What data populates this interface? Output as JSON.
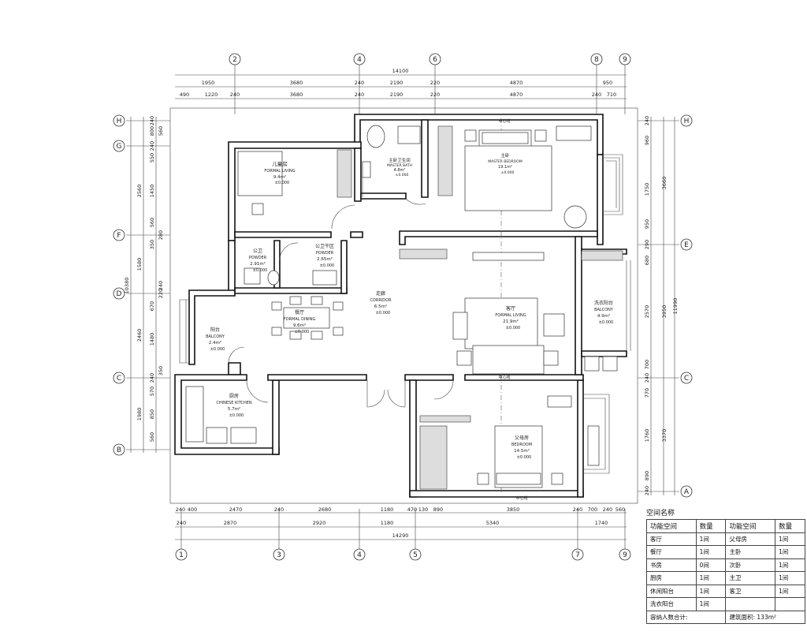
{
  "grid_axes": {
    "top": [
      "2",
      "4",
      "6",
      "8",
      "9"
    ],
    "bottom": [
      "1",
      "3",
      "4",
      "5",
      "7",
      "9"
    ],
    "left": [
      "H",
      "G",
      "F",
      "D",
      "C",
      "B"
    ],
    "right": [
      "H",
      "E",
      "C",
      "A"
    ]
  },
  "dimensions": {
    "top_total": "14100",
    "top_row1": [
      "1950",
      "3680",
      "240",
      "2190",
      "220",
      "4870",
      "950"
    ],
    "top_row2": [
      "490",
      "1220",
      "240",
      "3680",
      "240",
      "2190",
      "220",
      "4870",
      "240",
      "710"
    ],
    "bottom_row1": [
      "240",
      "400",
      "2470",
      "240",
      "2680",
      "1180",
      "470",
      "130",
      "890",
      "3850",
      "240",
      "700",
      "240",
      "560"
    ],
    "bottom_row2": [
      "240",
      "2870",
      "2920",
      "1180",
      "5340",
      "1740"
    ],
    "bottom_total": "14290",
    "left_outer": [
      "10380"
    ],
    "left_row1": [
      "2560",
      "1580",
      "2460",
      "1980"
    ],
    "left_row2": [
      "240",
      "800",
      "240",
      "560",
      "550",
      "1450",
      "560",
      "280",
      "350",
      "240",
      "670",
      "220",
      "1480",
      "350",
      "240",
      "570",
      "850",
      "560"
    ],
    "right_row1": [
      "11990"
    ],
    "right_row2": [
      "3660",
      "3950",
      "3370"
    ],
    "right_row3": [
      "240",
      "960",
      "1750",
      "950",
      "290",
      "680",
      "2570",
      "700",
      "240",
      "770",
      "1760",
      "890",
      "240"
    ]
  },
  "rooms": {
    "kids_bedroom": {
      "cn": "儿童房",
      "en": "FORMAL LIVING",
      "area": "9.4m²",
      "elev": "±0.000"
    },
    "master_bath": {
      "cn": "主卧卫生间",
      "en": "MASTER BATH",
      "area": "4.8m²",
      "elev": "±0.000"
    },
    "master_bedroom": {
      "cn": "主卧",
      "en": "MASTER BEDROOM",
      "area": "19.1m²",
      "elev": "±0.000"
    },
    "powder": {
      "cn": "公卫",
      "en": "POWDER",
      "area": "2.91m²",
      "elev": "±0.000"
    },
    "powder_dry": {
      "cn": "公卫干区",
      "en": "POWDER",
      "area": "2.65m²",
      "elev": "±0.000"
    },
    "dining": {
      "cn": "餐厅",
      "en": "FORMAL DINING",
      "area": "9.6m²",
      "elev": "±0.000"
    },
    "corridor": {
      "cn": "走廊",
      "en": "CORRIDOR",
      "area": "6.5m²",
      "elev": "±0.000"
    },
    "living": {
      "cn": "客厅",
      "en": "FORMAL LIVING",
      "area": "21.9m²",
      "elev": "±0.000"
    },
    "laundry": {
      "cn": "洗衣阳台",
      "en": "BALCONY",
      "area": "4.9m²",
      "elev": "±0.000"
    },
    "balcony": {
      "cn": "阳台",
      "en": "BALCONY",
      "area": "2.4m²",
      "elev": "±0.000"
    },
    "kitchen": {
      "cn": "厨房",
      "en": "CHINESE KITCHEN",
      "area": "5.7m²",
      "elev": "±0.000"
    },
    "parents_bedroom": {
      "cn": "父母房",
      "en": "BEDROOM",
      "area": "14.5m²",
      "elev": "±0.000"
    }
  },
  "center_line_label": "中心线",
  "legend": {
    "title": "空间名称",
    "headers": [
      "功能空间",
      "数量",
      "功能空间",
      "数量"
    ],
    "rows": [
      [
        "客厅",
        "1间",
        "父母房",
        "1间"
      ],
      [
        "餐厅",
        "1间",
        "主卧",
        "1间"
      ],
      [
        "书房",
        "0间",
        "次卧",
        "1间"
      ],
      [
        "厨房",
        "1间",
        "主卫",
        "1间"
      ],
      [
        "休闲阳台",
        "1间",
        "客卫",
        "1间"
      ],
      [
        "洗衣阳台",
        "1间",
        "",
        ""
      ]
    ],
    "footer_left": "容纳人数合计:",
    "footer_right_label": "建筑面积:",
    "footer_right_value": "133m²"
  }
}
